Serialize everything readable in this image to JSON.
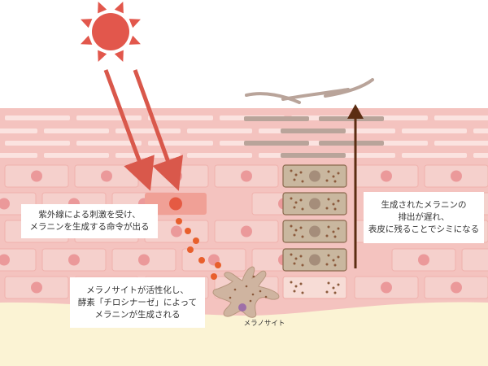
{
  "colors": {
    "sun": "#e2574c",
    "uv_arrow": "#d9584b",
    "skin_band": "#f4c3bf",
    "skin_cell": "#f5d0cc",
    "cell_nucleus": "#e78789",
    "cell_border": "#f0b2ad",
    "background": "#fbf3d4",
    "melanin_dot": "#e85f2c",
    "pigmented_cell": "#c9b79f",
    "pigmented_border": "#8b6a4e",
    "melanin_grain": "#8b5a3c",
    "dark_layer": "#b9a49a",
    "excretion_arrow": "#5b2d12",
    "melanocyte": "#cfb4a0"
  },
  "icons": [
    "sun-icon",
    "melanocyte-icon",
    "flaking-skin-icon"
  ],
  "notes": {
    "uv": {
      "line1": "紫外線による刺激を受け、",
      "line2": "メラニンを生成する命令が出る"
    },
    "melanocyte": {
      "line1": "メラノサイトが活性化し、",
      "line2": "酵素「チロシナーゼ」によって",
      "line3": "メラニンが生成される"
    },
    "excretion": {
      "line1": "生成されたメラニンの",
      "line2": "排出が遅れ、",
      "line3": "表皮に残ることでシミになる"
    }
  },
  "labels": {
    "melanocyte": "メラノサイト"
  }
}
